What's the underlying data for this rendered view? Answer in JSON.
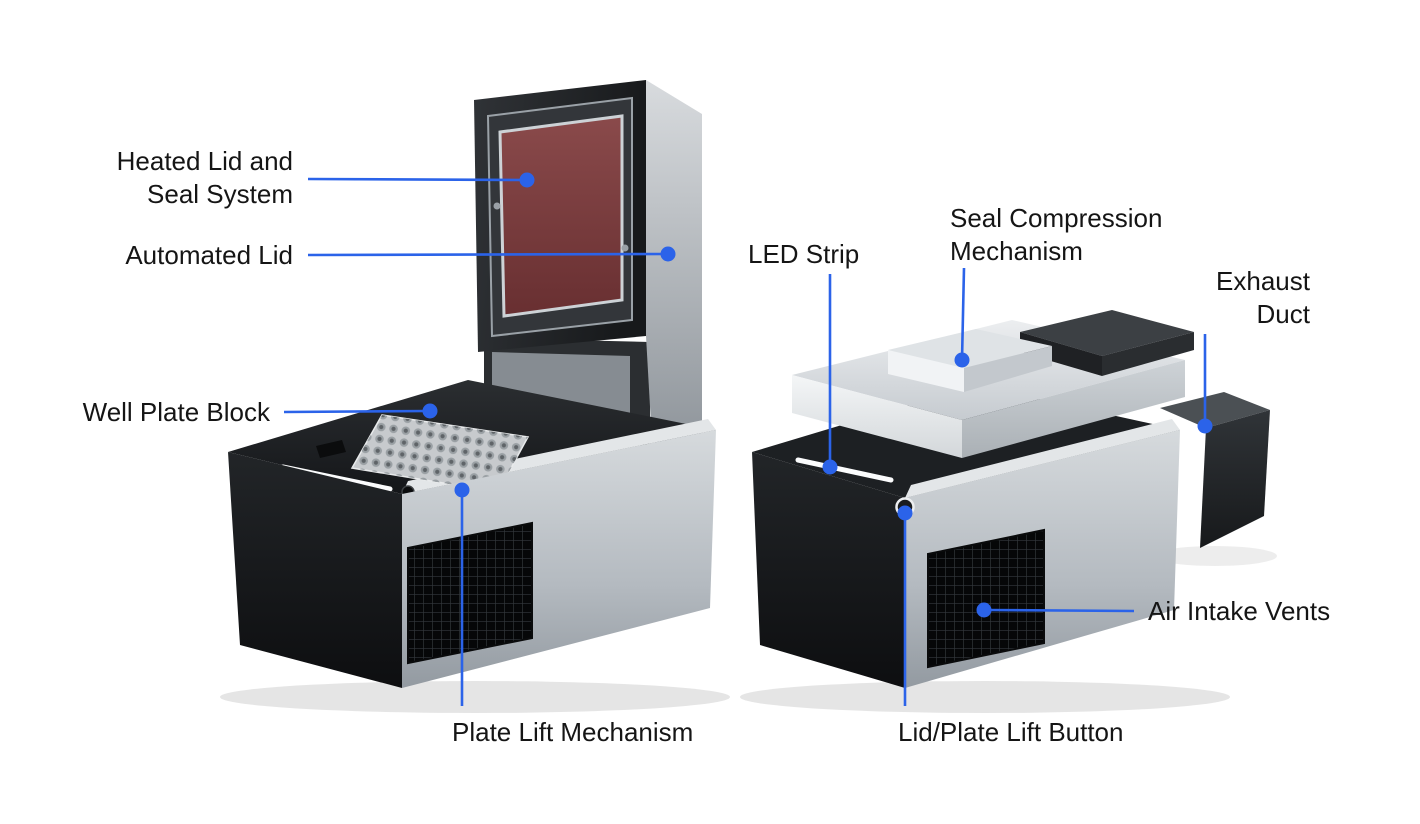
{
  "figure": {
    "accent_color": "#2B63E9",
    "text_color": "#151515",
    "seal_pad_color": "#7C3F41",
    "body_dark_color": "#17191C",
    "body_silver_color": "#C3C8CC"
  },
  "labels": {
    "heated_lid": {
      "lines": [
        "Heated Lid and",
        "Seal System"
      ]
    },
    "automated_lid": {
      "lines": [
        "Automated Lid"
      ]
    },
    "well_plate_block": {
      "lines": [
        "Well Plate Block"
      ]
    },
    "plate_lift": {
      "lines": [
        "Plate Lift Mechanism"
      ]
    },
    "led_strip": {
      "lines": [
        "LED Strip"
      ]
    },
    "seal_compression": {
      "lines": [
        "Seal Compression",
        "Mechanism"
      ]
    },
    "exhaust_duct": {
      "lines": [
        "Exhaust",
        "Duct"
      ]
    },
    "air_intake": {
      "lines": [
        "Air Intake Vents"
      ]
    },
    "lid_plate_button": {
      "lines": [
        "Lid/Plate Lift Button"
      ]
    }
  }
}
